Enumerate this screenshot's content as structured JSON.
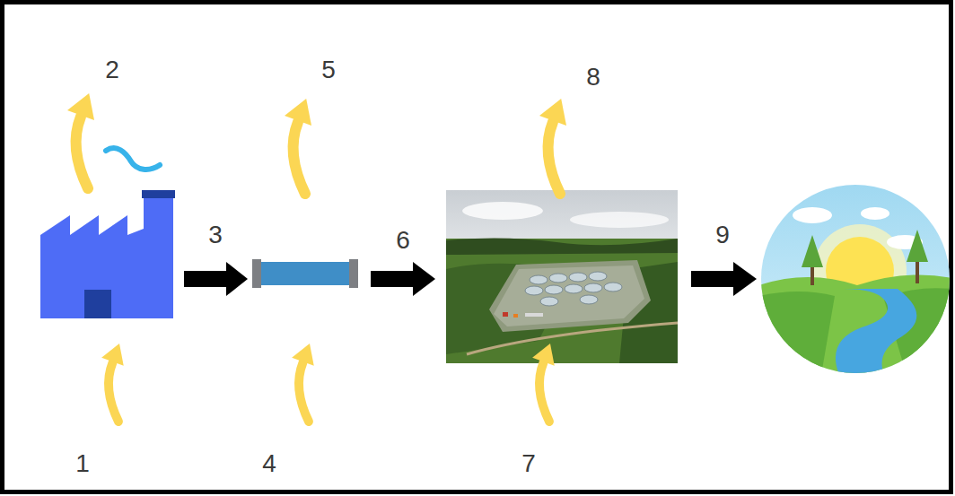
{
  "diagram": {
    "labels": [
      "2",
      "5",
      "8",
      "3",
      "6",
      "9",
      "1",
      "4",
      "7"
    ]
  }
}
